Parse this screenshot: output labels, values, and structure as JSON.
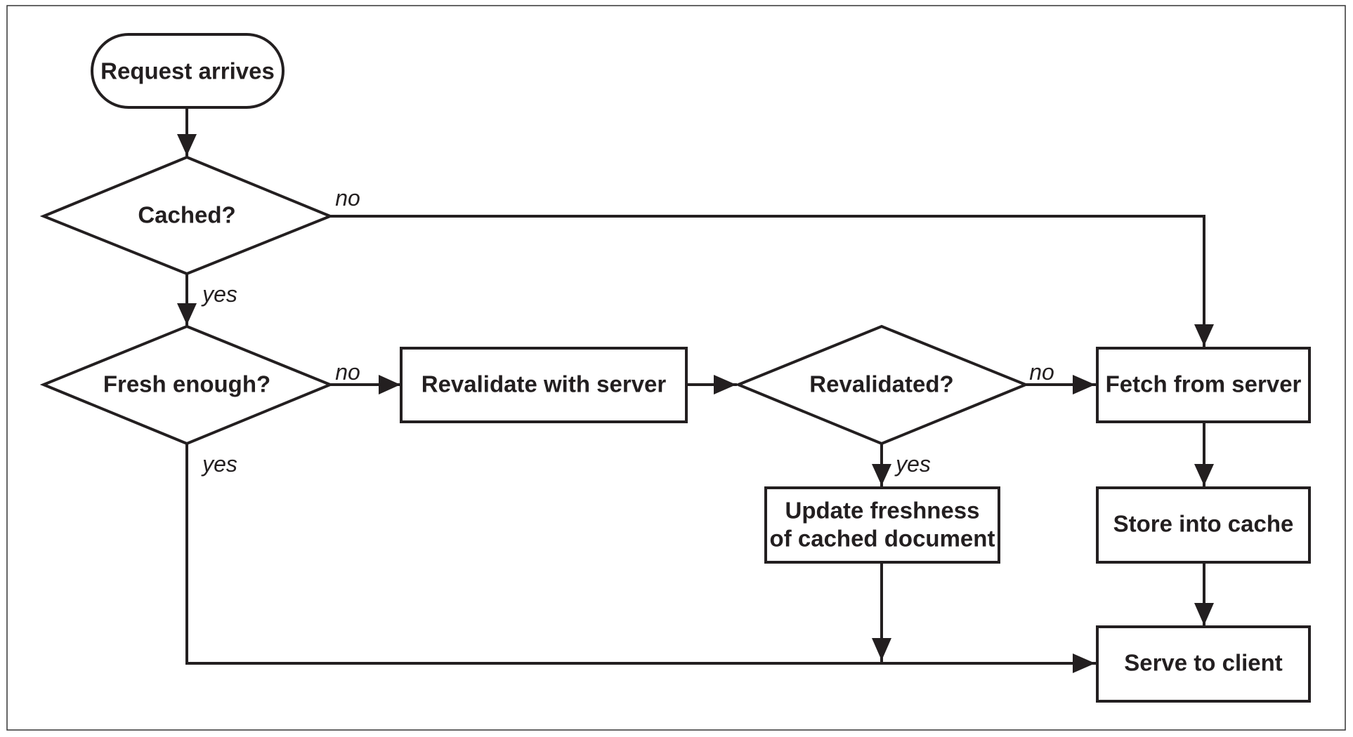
{
  "nodes": {
    "request_arrives": "Request arrives",
    "cached": "Cached?",
    "fresh_enough": "Fresh enough?",
    "revalidate": "Revalidate with server",
    "revalidated": "Revalidated?",
    "fetch": "Fetch from server",
    "update_line1": "Update freshness",
    "update_line2": "of cached document",
    "store": "Store into cache",
    "serve": "Serve to client"
  },
  "edge_labels": {
    "cached_no": "no",
    "cached_yes": "yes",
    "fresh_no": "no",
    "fresh_yes": "yes",
    "revalidated_no": "no",
    "revalidated_yes": "yes"
  },
  "colors": {
    "stroke": "#231f20",
    "background": "#ffffff"
  }
}
